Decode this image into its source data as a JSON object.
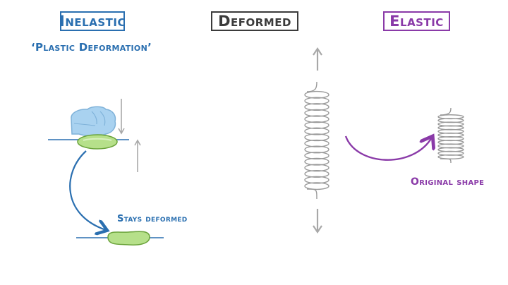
{
  "headings": {
    "inelastic": "Inelastic",
    "deformed": "Deformed",
    "elastic": "Elastic"
  },
  "labels": {
    "plastic_deformation": "‘Plastic Deformation’",
    "stays_deformed": "Stays deformed",
    "original_shape": "Original shape"
  },
  "colors": {
    "inelastic": "#2a6fb0",
    "deformed": "#3b3b3b",
    "elastic": "#8a3aa8",
    "putty": "#b6e08a",
    "glove": "#a9d2f0",
    "arrow_grey": "#a8a8a8",
    "spring": "#9a9a9a"
  }
}
